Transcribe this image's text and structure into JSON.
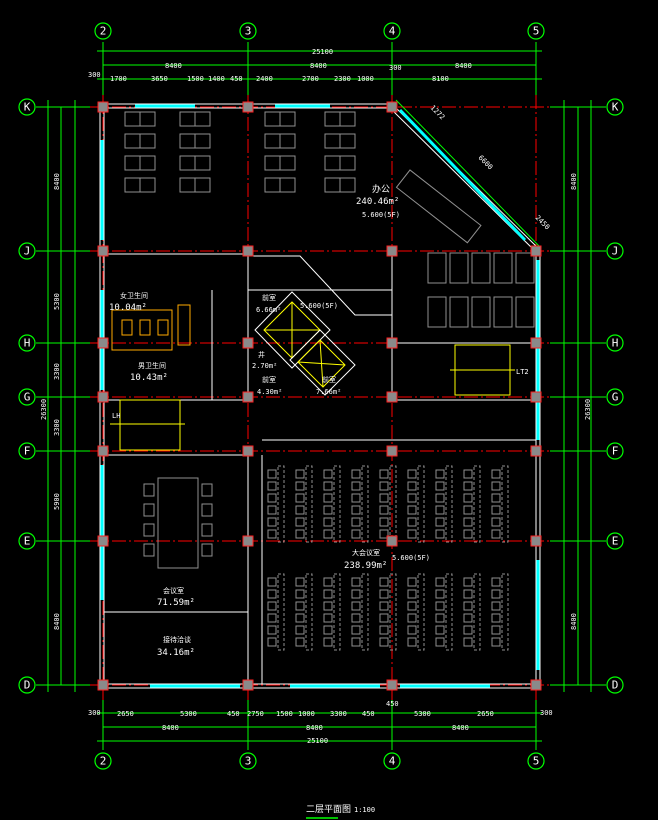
{
  "drawing": {
    "title": "二层平面图",
    "scale": "1:100",
    "colors": {
      "background": "#000000",
      "axis": "#ff0000",
      "dimension": "#00ff00",
      "wall": "#ffffff",
      "window": "#00ffff",
      "stair": "#ffff00"
    }
  },
  "axes": {
    "columns": [
      "2",
      "3",
      "4",
      "5"
    ],
    "rows": [
      "K",
      "J",
      "H",
      "G",
      "F",
      "E",
      "D"
    ]
  },
  "dimensions": {
    "top_total": "25100",
    "top_bays": [
      "8400",
      "8400",
      "8400"
    ],
    "top_detail": [
      "1700",
      "3650",
      "1500",
      "1400",
      "450",
      "2400",
      "2700",
      "2300",
      "1000",
      "8100"
    ],
    "top_offset": "300",
    "bottom_total": "25100",
    "bottom_bays": [
      "8400",
      "8400",
      "8400"
    ],
    "bottom_detail": [
      "2650",
      "5300",
      "450",
      "2750",
      "1500",
      "1000",
      "3300",
      "450",
      "5300",
      "2650"
    ],
    "bottom_offset": "300",
    "bottom_extra": "450",
    "left_total": "26300",
    "left_bays": [
      "8400",
      "5300",
      "3300",
      "3300",
      "5900",
      "8400"
    ],
    "diagonal": [
      "1272",
      "6600",
      "2450"
    ]
  },
  "rooms": [
    {
      "name": "办公",
      "area": "240.46m²"
    },
    {
      "name": "女卫生间",
      "area": "10.04m²"
    },
    {
      "name": "男卫生间",
      "area": "10.43m²"
    },
    {
      "name": "前室",
      "area": "6.66m²"
    },
    {
      "name": "井",
      "area": "2.70m²"
    },
    {
      "name": "前室",
      "area": "4.30m²"
    },
    {
      "name": "前室",
      "area": "7.66m²"
    },
    {
      "name": "会议室",
      "area": "71.59m²"
    },
    {
      "name": "接待洽谈",
      "area": "34.16m²"
    },
    {
      "name": "大会议室",
      "area": "238.99m²"
    }
  ],
  "levels": [
    "5.600(5F)",
    "5.600(5F)",
    "5.600(5F)"
  ],
  "stair_labels": [
    "LH",
    "LT2"
  ]
}
